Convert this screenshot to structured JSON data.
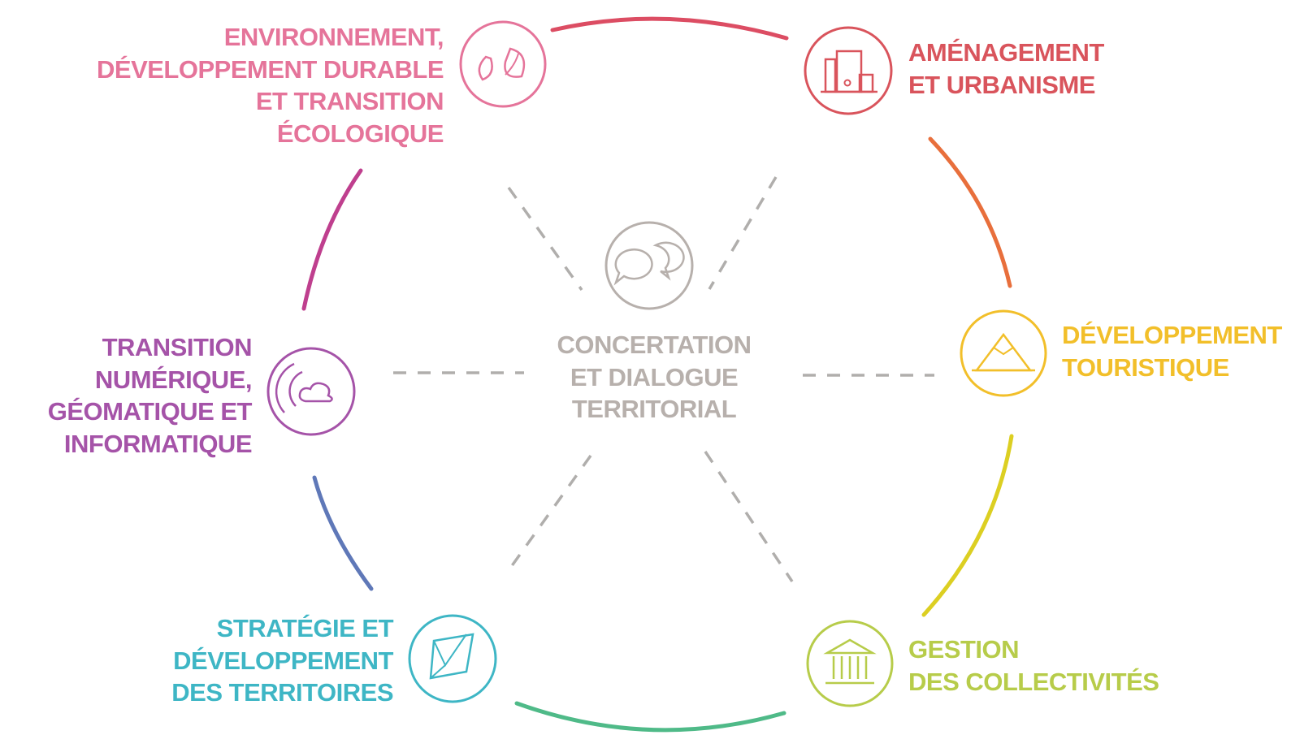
{
  "colors": {
    "environnement": "#e5749a",
    "amenagement": "#d9545c",
    "tourisme": "#f2bf2a",
    "gestion": "#b7cc4a",
    "strategie": "#3eb6c5",
    "numerique": "#a553a8",
    "center": "#b7b0ac",
    "dashes": "#b0aeac",
    "arc_env_amen": "#dc4d63",
    "arc_amen_tour": "#e86f3c",
    "arc_tour_gest": "#dccf22",
    "arc_gest_strat": "#4fba88",
    "arc_strat_num": "#5f78b8",
    "arc_num_env": "#bf3f8e"
  },
  "center": {
    "icon": "speech-bubbles-icon",
    "lines": [
      "CONCERTATION",
      "ET DIALOGUE",
      "TERRITORIAL"
    ]
  },
  "themes": [
    {
      "key": "environnement",
      "icon": "leaves-icon",
      "lines": [
        "ENVIRONNEMENT,",
        "DÉVELOPPEMENT DURABLE",
        "ET TRANSITION",
        "ÉCOLOGIQUE"
      ]
    },
    {
      "key": "amenagement",
      "icon": "buildings-icon",
      "lines": [
        "AMÉNAGEMENT",
        "ET URBANISME"
      ]
    },
    {
      "key": "tourisme",
      "icon": "mountain-icon",
      "lines": [
        "DÉVELOPPEMENT",
        "TOURISTIQUE"
      ]
    },
    {
      "key": "gestion",
      "icon": "townhall-icon",
      "lines": [
        "GESTION",
        "DES COLLECTIVITÉS"
      ]
    },
    {
      "key": "strategie",
      "icon": "map-icon",
      "lines": [
        "STRATÉGIE ET",
        "DÉVELOPPEMENT",
        "DES TERRITOIRES"
      ]
    },
    {
      "key": "numerique",
      "icon": "cloud-icon",
      "lines": [
        "TRANSITION",
        "NUMÉRIQUE,",
        "GÉOMATIQUE ET",
        "INFORMATIQUE"
      ]
    }
  ]
}
